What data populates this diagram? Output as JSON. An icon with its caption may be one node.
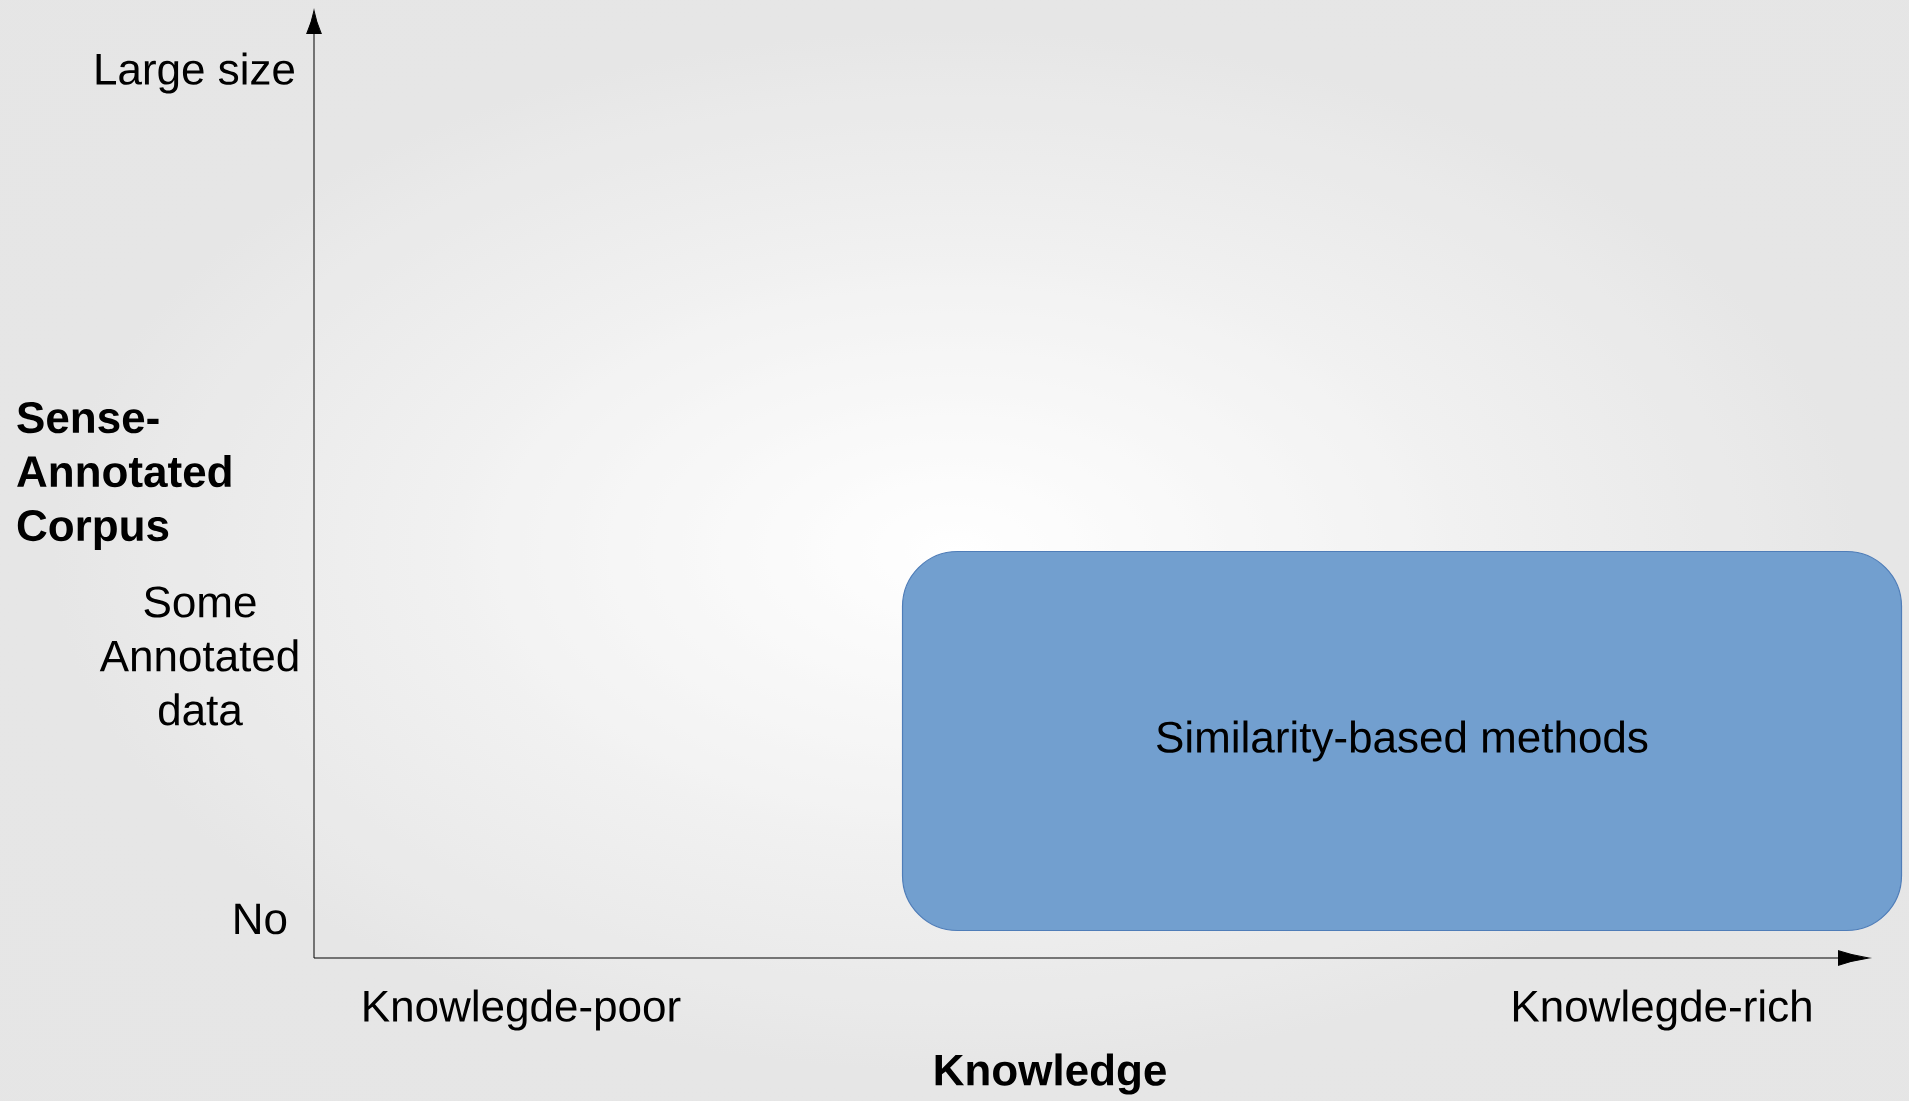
{
  "diagram": {
    "nodes": [
      {
        "text": [
          "Similarity-based methods"
        ]
      }
    ],
    "labels": [
      "Large size",
      "Sense-Annotated Corpus",
      "Some Annotated data",
      "No",
      "Knowlegde-poor",
      "Knowlegde-rich",
      "Knowledge"
    ]
  }
}
